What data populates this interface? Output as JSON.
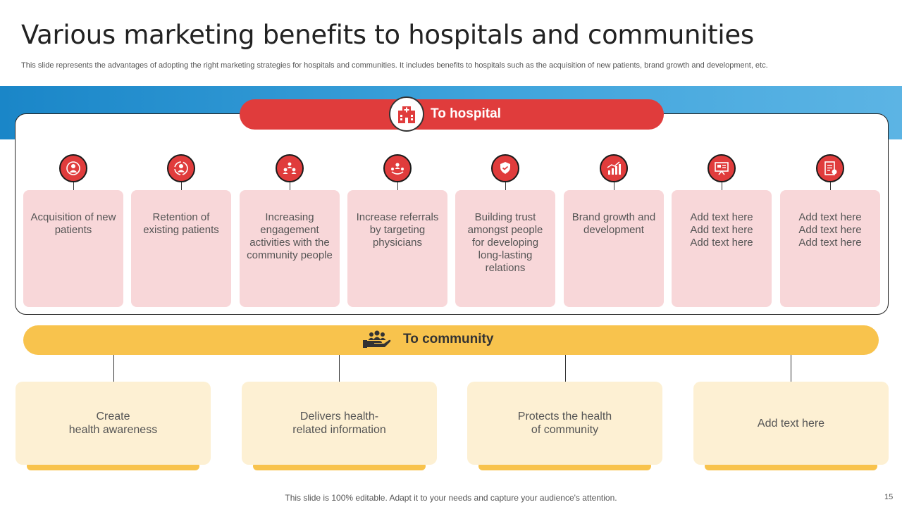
{
  "title": "Various marketing benefits to hospitals and communities",
  "subtitle": "This slide represents the advantages of adopting the right marketing strategies for hospitals and communities. It includes benefits to hospitals such as the acquisition of new patients, brand growth and development, etc.",
  "hospital": {
    "label": "To hospital",
    "icon": "hospital-building-icon",
    "items": [
      {
        "icon": "patient-acquisition-icon",
        "lines": [
          "Acquisition of new",
          "patients"
        ]
      },
      {
        "icon": "patient-retention-icon",
        "lines": [
          "Retention of",
          "existing patients"
        ]
      },
      {
        "icon": "community-engagement-icon",
        "lines": [
          "Increasing",
          "engagement",
          "activities with the",
          "community people"
        ]
      },
      {
        "icon": "referral-network-icon",
        "lines": [
          "Increase referrals",
          "by targeting",
          "physicians"
        ]
      },
      {
        "icon": "trust-handshake-icon",
        "lines": [
          "Building trust",
          "amongst people",
          "for developing",
          "long-lasting",
          "relations"
        ]
      },
      {
        "icon": "growth-chart-icon",
        "lines": [
          "Brand growth and",
          "development"
        ]
      },
      {
        "icon": "presentation-board-icon",
        "lines": [
          "Add text here",
          "Add text here",
          "Add text here"
        ]
      },
      {
        "icon": "document-checklist-icon",
        "lines": [
          "Add text here",
          "Add text here",
          "Add text here"
        ]
      }
    ]
  },
  "community": {
    "label": "To community",
    "icon": "hand-people-icon",
    "items": [
      {
        "lines": [
          "Create",
          "health awareness"
        ]
      },
      {
        "lines": [
          "Delivers health-",
          "related information"
        ]
      },
      {
        "lines": [
          "Protects the health",
          "of community"
        ]
      },
      {
        "lines": [
          "Add text here"
        ]
      }
    ]
  },
  "footer": "This slide is 100% editable. Adapt it to your needs and capture your audience's attention.",
  "page_number": "15",
  "colors": {
    "accent_red": "#e03c3c",
    "card_pink": "#f8d7d9",
    "accent_yellow": "#f8c34d",
    "card_cream": "#fdf0d3",
    "band_blue": "#1a86c8"
  }
}
